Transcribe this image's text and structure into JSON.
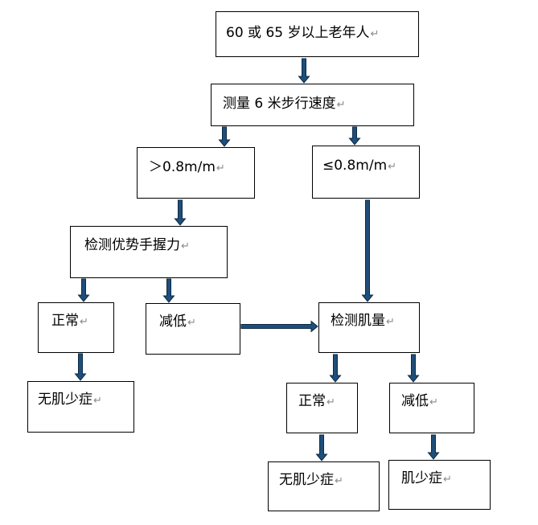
{
  "boxes": {
    "elderly": "60 或 65 岁以上老年人",
    "gait_speed": "测量 6 米步行速度",
    "speed_high": "＞0.8m/m",
    "speed_low": "≤0.8m/m",
    "grip": "检测优势手握力",
    "grip_normal": "正常",
    "grip_low": "减低",
    "grip_normal_result": "无肌少症",
    "muscle": "检测肌量",
    "muscle_normal": "正常",
    "muscle_low": "减低",
    "muscle_normal_result": "无肌少症",
    "muscle_low_result": "肌少症"
  },
  "return_mark": "↵",
  "colors": {
    "arrow_fill": "#1f4e79",
    "arrow_stroke": "#0b2a47",
    "box_border": "#000000"
  }
}
